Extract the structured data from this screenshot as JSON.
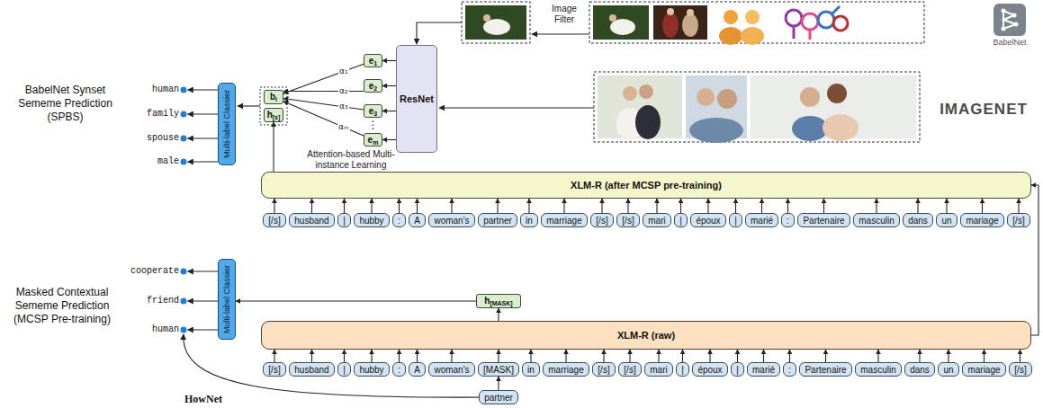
{
  "diagram": {
    "nodes": [
      {
        "text": [
          "Multi-label Classier"
        ]
      },
      {
        "text": [
          "b",
          "i"
        ]
      },
      {
        "text": [
          "h",
          "[s]"
        ]
      },
      {
        "text": [
          "e",
          "1"
        ]
      },
      {
        "text": [
          "e",
          "2"
        ]
      },
      {
        "text": [
          "e",
          "3"
        ]
      },
      {
        "text": [
          "e",
          "m"
        ]
      },
      {
        "text": [
          "ResNet"
        ]
      },
      {
        "text": [
          "XLM-R (after MCSP pre-training)"
        ]
      },
      {
        "text": [
          "[/s]"
        ]
      },
      {
        "text": [
          "husband"
        ]
      },
      {
        "text": [
          "|"
        ]
      },
      {
        "text": [
          "hubby"
        ]
      },
      {
        "text": [
          ":"
        ]
      },
      {
        "text": [
          "A"
        ]
      },
      {
        "text": [
          "woman's"
        ]
      },
      {
        "text": [
          "partner"
        ]
      },
      {
        "text": [
          "in"
        ]
      },
      {
        "text": [
          "marriage"
        ]
      },
      {
        "text": [
          "[/s]"
        ]
      },
      {
        "text": [
          "[/s]"
        ]
      },
      {
        "text": [
          "mari"
        ]
      },
      {
        "text": [
          "|"
        ]
      },
      {
        "text": [
          "époux"
        ]
      },
      {
        "text": [
          "|"
        ]
      },
      {
        "text": [
          "marié"
        ]
      },
      {
        "text": [
          ":"
        ]
      },
      {
        "text": [
          "Partenaire"
        ]
      },
      {
        "text": [
          "masculin"
        ]
      },
      {
        "text": [
          "dans"
        ]
      },
      {
        "text": [
          "un"
        ]
      },
      {
        "text": [
          "mariage"
        ]
      },
      {
        "text": [
          "[/s]"
        ]
      },
      {
        "text": [
          "Multi-label Classier"
        ]
      },
      {
        "text": [
          "h",
          "[MASK]"
        ]
      },
      {
        "text": [
          "XLM-R (raw)"
        ]
      },
      {
        "text": [
          "[/s]"
        ]
      },
      {
        "text": [
          "husband"
        ]
      },
      {
        "text": [
          "|"
        ]
      },
      {
        "text": [
          "hubby"
        ]
      },
      {
        "text": [
          ":"
        ]
      },
      {
        "text": [
          "A"
        ]
      },
      {
        "text": [
          "woman's"
        ]
      },
      {
        "text": [
          "[MASK]"
        ]
      },
      {
        "text": [
          "in"
        ]
      },
      {
        "text": [
          "marriage"
        ]
      },
      {
        "text": [
          "[/s]"
        ]
      },
      {
        "text": [
          "[/s]"
        ]
      },
      {
        "text": [
          "mari"
        ]
      },
      {
        "text": [
          "|"
        ]
      },
      {
        "text": [
          "époux"
        ]
      },
      {
        "text": [
          "|"
        ]
      },
      {
        "text": [
          "marié"
        ]
      },
      {
        "text": [
          ":"
        ]
      },
      {
        "text": [
          "Partenaire"
        ]
      },
      {
        "text": [
          "masculin"
        ]
      },
      {
        "text": [
          "dans"
        ]
      },
      {
        "text": [
          "un"
        ]
      },
      {
        "text": [
          "mariage"
        ]
      },
      {
        "text": [
          "[/s]"
        ]
      },
      {
        "text": [
          "partner"
        ]
      }
    ],
    "edges": [
      {
        "from": 3,
        "to": 1,
        "arrow": "to",
        "label": "α₁"
      },
      {
        "from": 4,
        "to": 1,
        "arrow": "to",
        "label": "α₂"
      },
      {
        "from": 5,
        "to": 1,
        "arrow": "to",
        "label": "α₃"
      },
      {
        "from": 6,
        "to": 1,
        "arrow": "to",
        "label": "αₘ"
      },
      {
        "from": 7,
        "to": 3,
        "arrow": "to"
      },
      {
        "from": 7,
        "to": 4,
        "arrow": "to"
      },
      {
        "from": 7,
        "to": 5,
        "arrow": "to"
      },
      {
        "from": 7,
        "to": 6,
        "arrow": "to"
      },
      {
        "from": 8,
        "to": 2,
        "arrow": "to"
      },
      {
        "from": 9,
        "to": 8,
        "arrow": "to"
      },
      {
        "from": 10,
        "to": 8,
        "arrow": "to"
      },
      {
        "from": 11,
        "to": 8,
        "arrow": "to"
      },
      {
        "from": 12,
        "to": 8,
        "arrow": "to"
      },
      {
        "from": 13,
        "to": 8,
        "arrow": "to"
      },
      {
        "from": 14,
        "to": 8,
        "arrow": "to"
      },
      {
        "from": 15,
        "to": 8,
        "arrow": "to"
      },
      {
        "from": 16,
        "to": 8,
        "arrow": "to"
      },
      {
        "from": 17,
        "to": 8,
        "arrow": "to"
      },
      {
        "from": 18,
        "to": 8,
        "arrow": "to"
      },
      {
        "from": 19,
        "to": 8,
        "arrow": "to"
      },
      {
        "from": 20,
        "to": 8,
        "arrow": "to"
      },
      {
        "from": 21,
        "to": 8,
        "arrow": "to"
      },
      {
        "from": 22,
        "to": 8,
        "arrow": "to"
      },
      {
        "from": 23,
        "to": 8,
        "arrow": "to"
      },
      {
        "from": 24,
        "to": 8,
        "arrow": "to"
      },
      {
        "from": 25,
        "to": 8,
        "arrow": "to"
      },
      {
        "from": 26,
        "to": 8,
        "arrow": "to"
      },
      {
        "from": 27,
        "to": 8,
        "arrow": "to"
      },
      {
        "from": 28,
        "to": 8,
        "arrow": "to"
      },
      {
        "from": 29,
        "to": 8,
        "arrow": "to"
      },
      {
        "from": 30,
        "to": 8,
        "arrow": "to"
      },
      {
        "from": 31,
        "to": 8,
        "arrow": "to"
      },
      {
        "from": 32,
        "to": 8,
        "arrow": "to"
      },
      {
        "from": 35,
        "to": 8,
        "arrow": "to"
      },
      {
        "from": 35,
        "to": 34,
        "arrow": "to"
      },
      {
        "from": 34,
        "to": 33,
        "arrow": "to"
      },
      {
        "from": 36,
        "to": 35,
        "arrow": "to"
      },
      {
        "from": 37,
        "to": 35,
        "arrow": "to"
      },
      {
        "from": 38,
        "to": 35,
        "arrow": "to"
      },
      {
        "from": 39,
        "to": 35,
        "arrow": "to"
      },
      {
        "from": 40,
        "to": 35,
        "arrow": "to"
      },
      {
        "from": 41,
        "to": 35,
        "arrow": "to"
      },
      {
        "from": 42,
        "to": 35,
        "arrow": "to"
      },
      {
        "from": 43,
        "to": 35,
        "arrow": "to"
      },
      {
        "from": 44,
        "to": 35,
        "arrow": "to"
      },
      {
        "from": 45,
        "to": 35,
        "arrow": "to"
      },
      {
        "from": 46,
        "to": 35,
        "arrow": "to"
      },
      {
        "from": 47,
        "to": 35,
        "arrow": "to"
      },
      {
        "from": 48,
        "to": 35,
        "arrow": "to"
      },
      {
        "from": 49,
        "to": 35,
        "arrow": "to"
      },
      {
        "from": 50,
        "to": 35,
        "arrow": "to"
      },
      {
        "from": 51,
        "to": 35,
        "arrow": "to"
      },
      {
        "from": 52,
        "to": 35,
        "arrow": "to"
      },
      {
        "from": 53,
        "to": 35,
        "arrow": "to"
      },
      {
        "from": 54,
        "to": 35,
        "arrow": "to"
      },
      {
        "from": 55,
        "to": 35,
        "arrow": "to"
      },
      {
        "from": 56,
        "to": 35,
        "arrow": "to"
      },
      {
        "from": 57,
        "to": 35,
        "arrow": "to"
      },
      {
        "from": 58,
        "to": 35,
        "arrow": "to"
      },
      {
        "from": 59,
        "to": 35,
        "arrow": "to"
      },
      {
        "from": 60,
        "to": 43,
        "arrow": "to"
      }
    ],
    "labels": [
      "BabelNet Synset Sememe Prediction (SPBS)",
      "human",
      "family",
      "spouse",
      "male",
      "Attention-based Multi-instance Learning",
      "⋮",
      "Image Filter",
      "BabelNet",
      "IMAGENET",
      "Masked Contextual Sememe Prediction (MCSP Pre-training)",
      "cooperate",
      "friend",
      "human",
      "HowNet"
    ]
  }
}
